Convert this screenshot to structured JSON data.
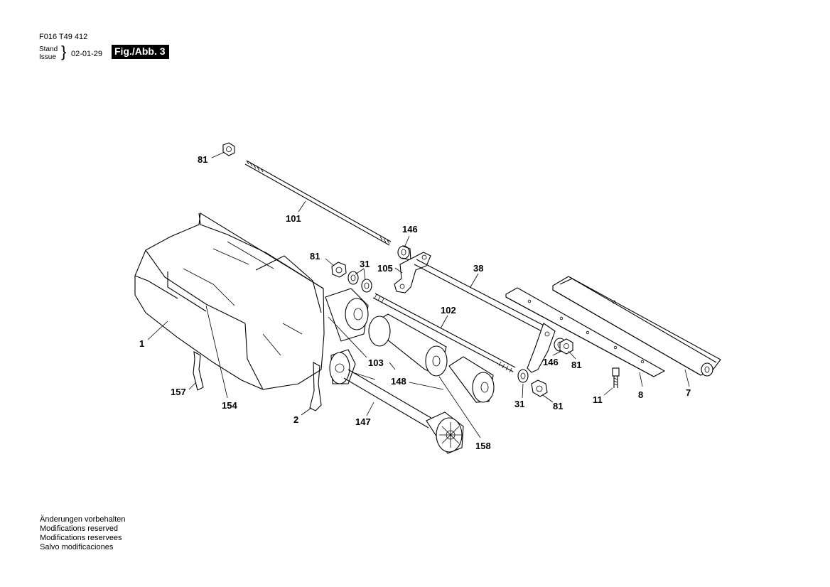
{
  "header": {
    "doc_code": "F016 T49 412",
    "stand_label": "Stand",
    "issue_label": "Issue",
    "issue_date": "02-01-29",
    "figure_label": "Fig./Abb. 3"
  },
  "footer": {
    "lines": [
      "Änderungen vorbehalten",
      "Modifications reserved",
      "Modifications reservees",
      "Salvo modificaciones"
    ]
  },
  "callouts": {
    "c81_top": "81",
    "c101": "101",
    "c146_top": "146",
    "c81_mid": "81",
    "c31_top": "31",
    "c105": "105",
    "c38": "38",
    "c102": "102",
    "c1": "1",
    "c103": "103",
    "c148": "148",
    "c146_bot": "146",
    "c81_right": "81",
    "c31_bot": "31",
    "c81_bot": "81",
    "c157": "157",
    "c154": "154",
    "c2": "2",
    "c147": "147",
    "c158": "158",
    "c11": "11",
    "c8": "8",
    "c7": "7"
  }
}
